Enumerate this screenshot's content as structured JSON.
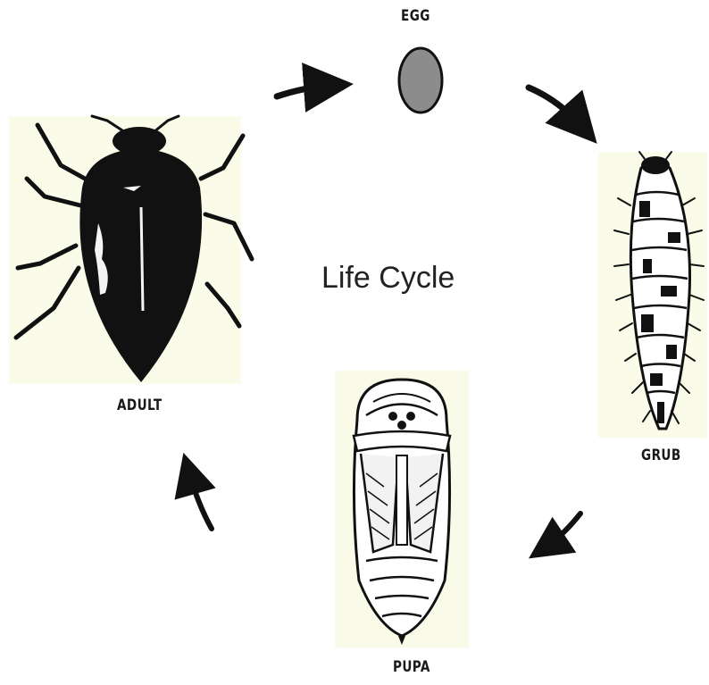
{
  "diagram": {
    "center_title": "Life Cycle",
    "stages": [
      {
        "id": "egg",
        "label": "EGG"
      },
      {
        "id": "grub",
        "label": "GRUB"
      },
      {
        "id": "pupa",
        "label": "PUPA"
      },
      {
        "id": "adult",
        "label": "ADULT"
      }
    ],
    "sequence": [
      "egg",
      "grub",
      "pupa",
      "adult",
      "egg"
    ]
  },
  "colors": {
    "egg_fill": "#8c8c8c",
    "ink": "#111111",
    "background_tint": "#fbfbe9"
  }
}
